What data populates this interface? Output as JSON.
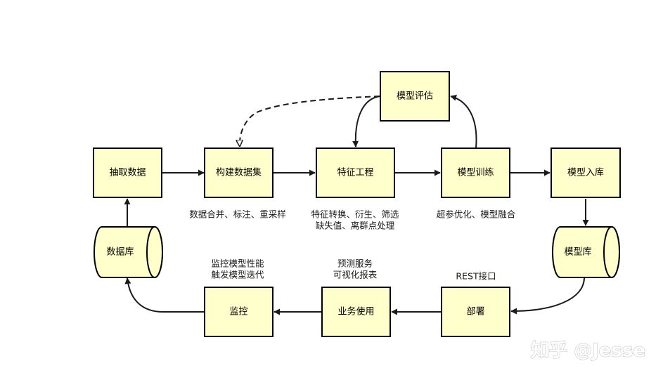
{
  "nodes": {
    "extract_data": "抽取数据",
    "build_dataset": "构建数据集",
    "feature_engineering": "特征工程",
    "model_training": "模型训练",
    "model_storage": "模型入库",
    "model_eval": "模型评估",
    "database": "数据库",
    "model_repo": "模型库",
    "deploy": "部署",
    "business_use": "业务使用",
    "monitor": "监控"
  },
  "annotations": {
    "build_dataset": [
      "数据合并、标注、重采样"
    ],
    "feature_engineering": [
      "特征转换、衍生、筛选",
      "缺失值、离群点处理"
    ],
    "model_training": [
      "超参优化、模型融合"
    ],
    "deploy": [
      "REST接口"
    ],
    "business_use": [
      "预测服务",
      "可视化报表"
    ],
    "monitor": [
      "监控模型性能",
      "触发模型迭代"
    ]
  },
  "watermark": {
    "text": "知乎 @Jesse"
  },
  "colors": {
    "node_fill": "#ffffcc",
    "node_stroke": "#000000",
    "edge": "#1a1a1a"
  }
}
